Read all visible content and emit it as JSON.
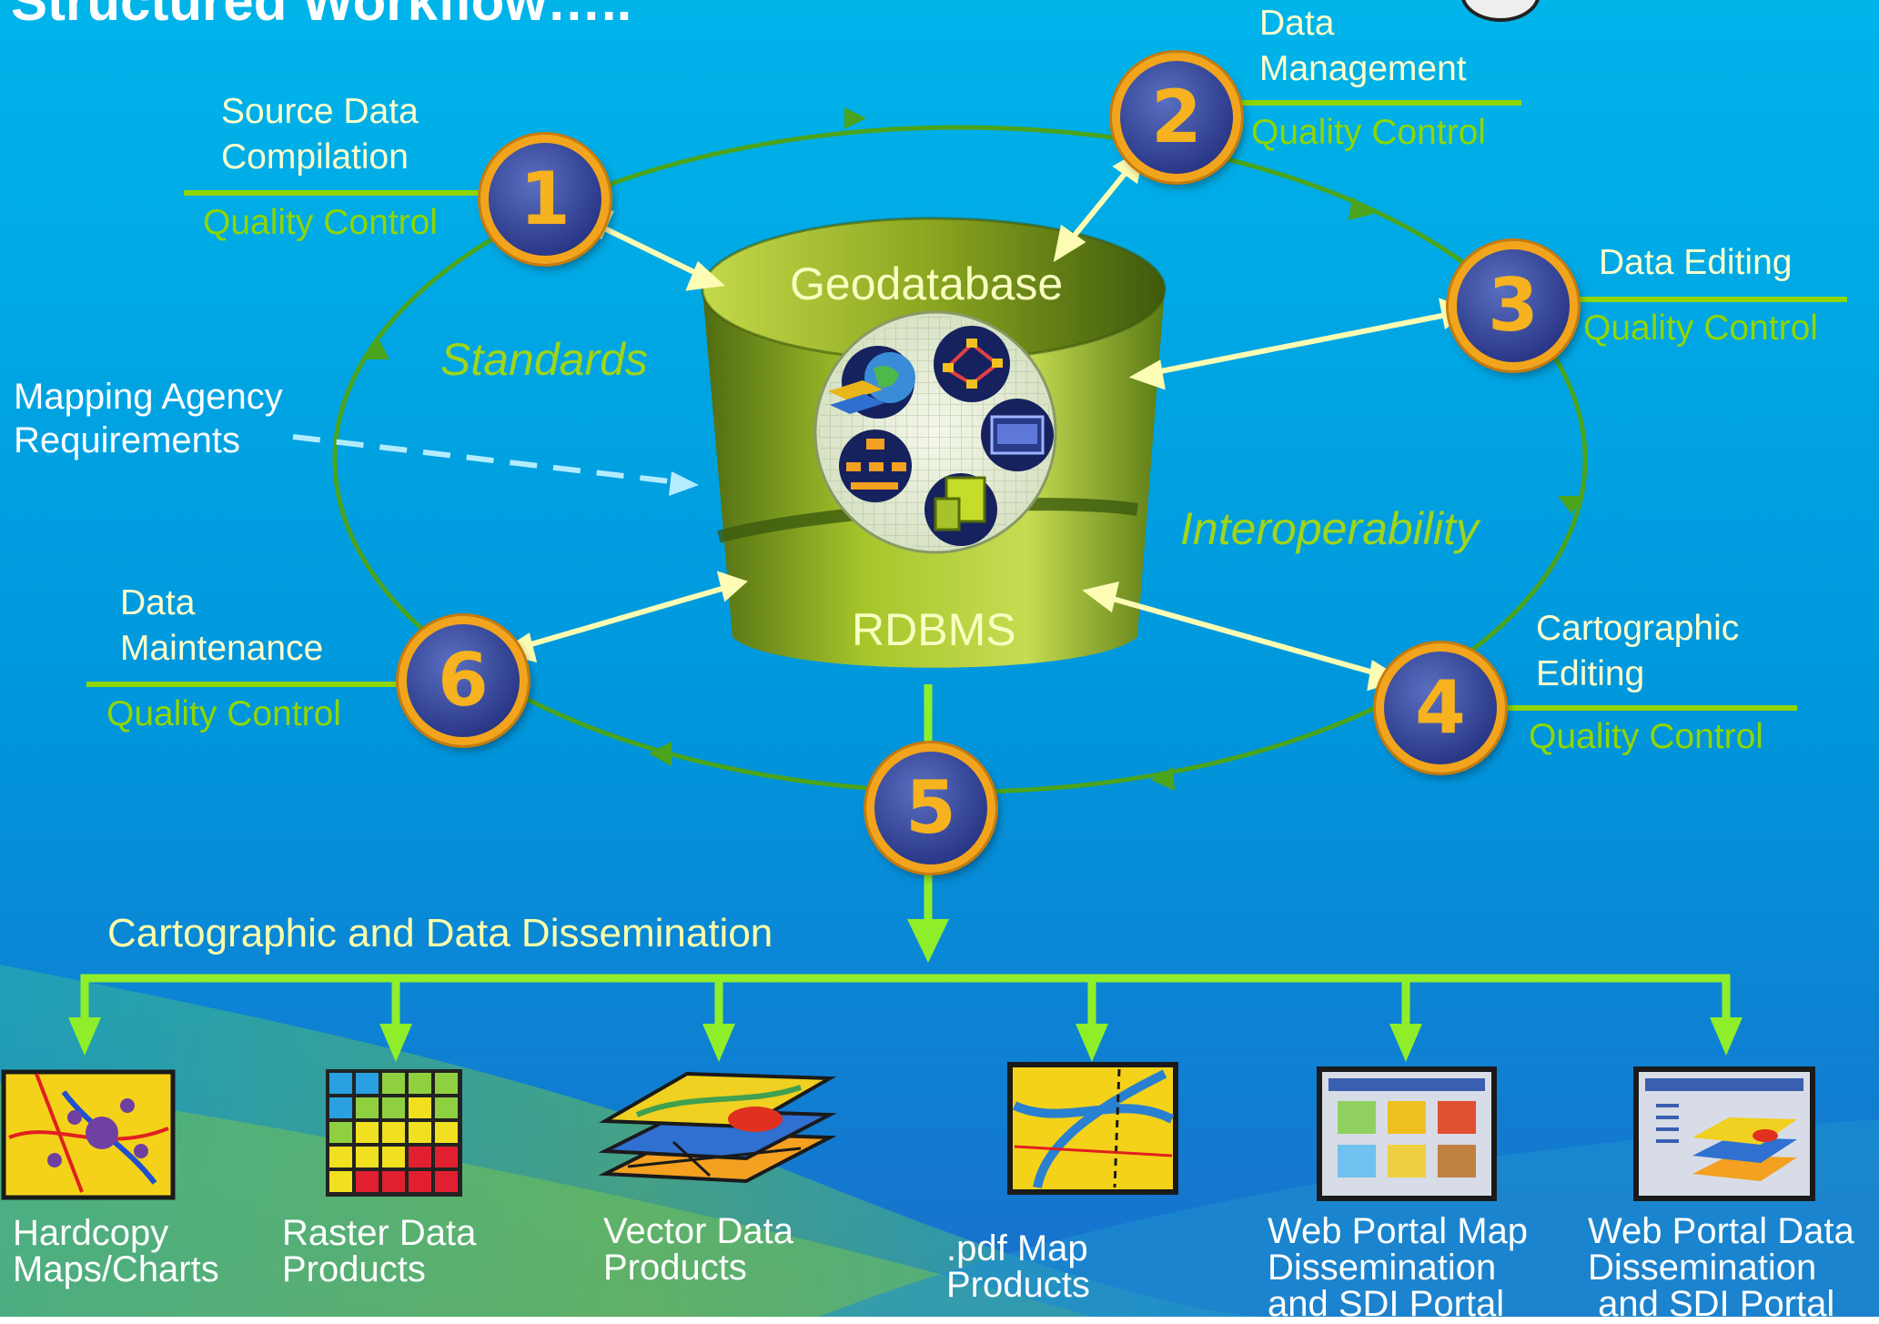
{
  "title": "Structured Workflow…..",
  "center": {
    "top_label": "Geodatabase",
    "bottom_label": "RDBMS"
  },
  "side_labels": {
    "standards": "Standards",
    "interoperability": "Interoperability"
  },
  "requirements": {
    "line1": "Mapping Agency",
    "line2": "Requirements"
  },
  "steps": [
    {
      "number": "1",
      "line1": "Source Data",
      "line2": "Compilation",
      "qc": "Quality Control"
    },
    {
      "number": "2",
      "line1": "Data",
      "line2": "Management",
      "qc": "Quality Control"
    },
    {
      "number": "3",
      "line1": "Data Editing",
      "line2": "",
      "qc": "Quality Control"
    },
    {
      "number": "4",
      "line1": "Cartographic",
      "line2": "Editing",
      "qc": "Quality Control"
    },
    {
      "number": "5"
    },
    {
      "number": "6",
      "line1": "Data",
      "line2": "Maintenance",
      "qc": "Quality Control"
    }
  ],
  "dissemination": {
    "title": "Cartographic and Data Dissemination"
  },
  "products": [
    {
      "line1": "Hardcopy",
      "line2": "Maps/Charts",
      "line3": "",
      "icon": "map-chart-icon"
    },
    {
      "line1": "Raster Data",
      "line2": "Products",
      "line3": "",
      "icon": "raster-grid-icon"
    },
    {
      "line1": "Vector Data",
      "line2": "Products",
      "line3": "",
      "icon": "vector-layers-icon"
    },
    {
      "line1": ".pdf Map",
      "line2": "Products",
      "line3": "",
      "icon": "pdf-map-icon"
    },
    {
      "line1": "Web Portal Map",
      "line2": "Dissemination",
      "line3": "and SDI Portal",
      "icon": "web-portal-map-icon"
    },
    {
      "line1": "Web Portal Data",
      "line2": "Dissemination",
      "line3": " and SDI Portal",
      "icon": "web-portal-data-icon"
    }
  ],
  "colors": {
    "background_top": "#00a2e0",
    "background_bottom": "#1b7fd0",
    "cylinder": "#9bbf28",
    "node_fill": "#34449a",
    "node_ring": "#f2a51c",
    "cycle_line": "#5aa81e",
    "double_arrow": "#fcfcb4",
    "dissemination_line": "#8fee2a"
  }
}
